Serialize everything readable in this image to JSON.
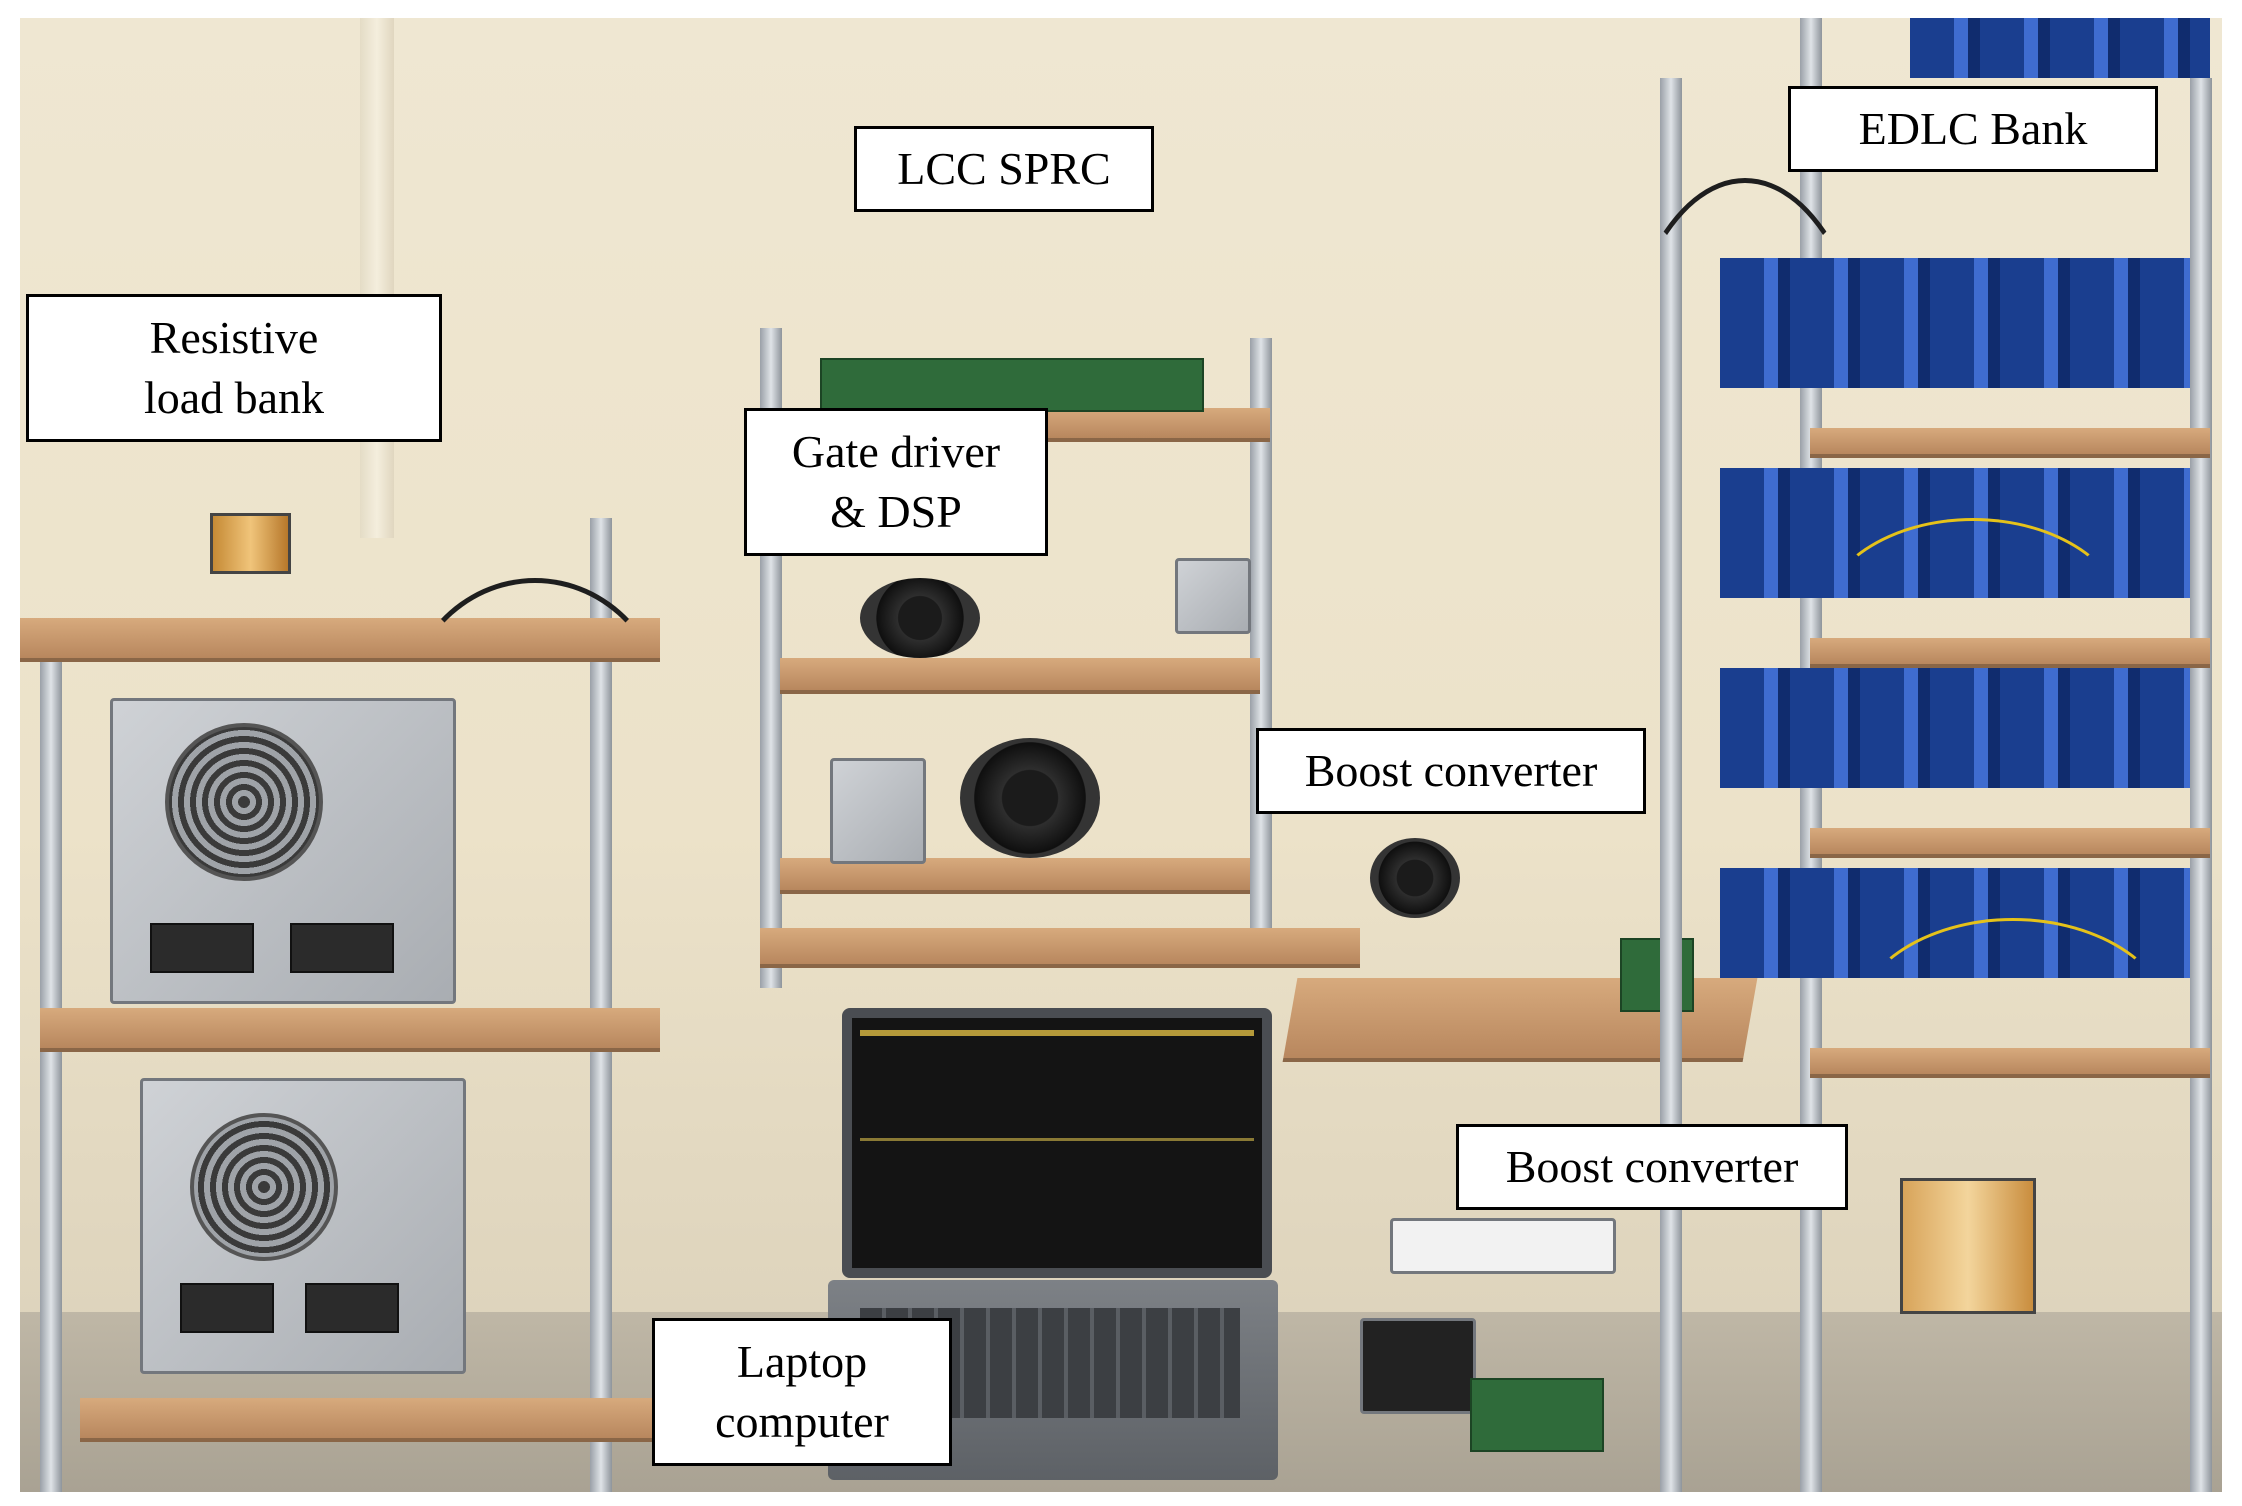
{
  "labels": {
    "resistive_load_bank": [
      "Resistive",
      "load bank"
    ],
    "lcc_sprc": "LCC SPRC",
    "gate_driver_dsp": [
      "Gate driver",
      "& DSP"
    ],
    "edlc_bank": "EDLC Bank",
    "boost_converter_upper": "Boost converter",
    "boost_converter_lower": "Boost converter",
    "laptop_computer": [
      "Laptop",
      "computer"
    ]
  },
  "colors": {
    "label_background": "#ffffff",
    "label_border": "#000000",
    "label_text": "#000000"
  }
}
